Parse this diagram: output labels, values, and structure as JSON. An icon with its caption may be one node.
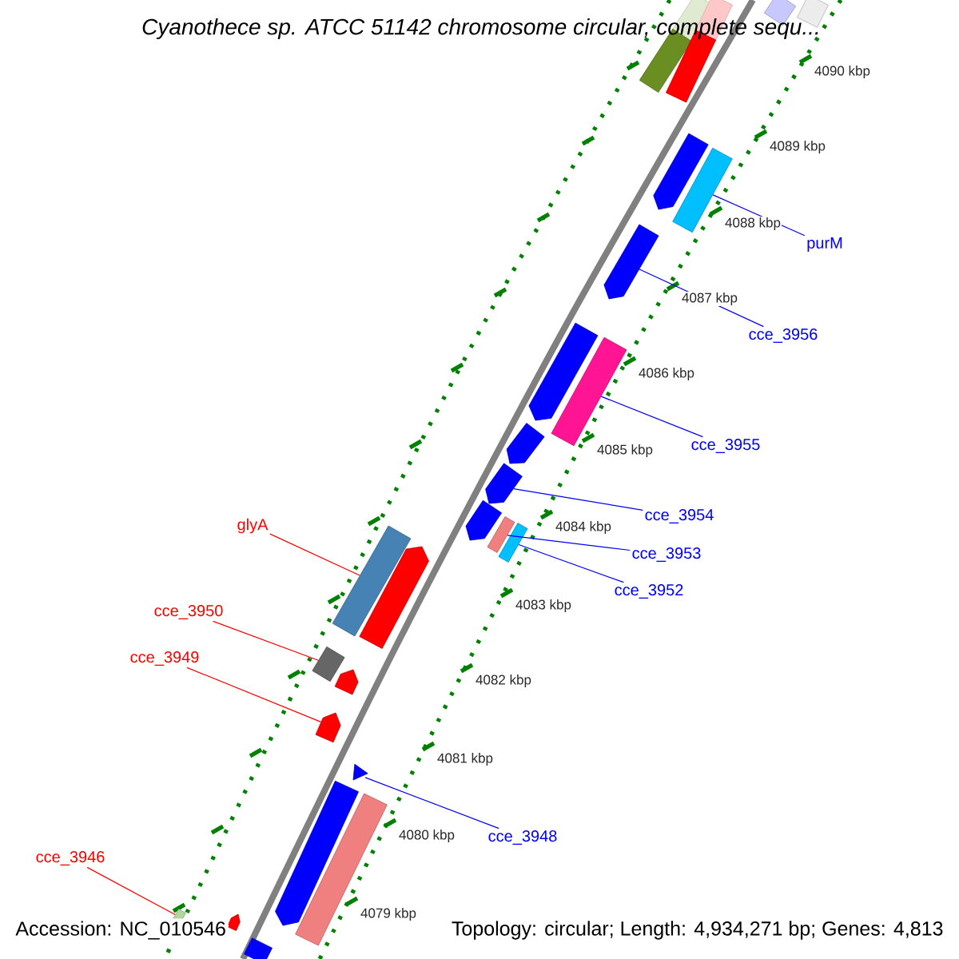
{
  "diagram": {
    "title": "Cyanothece sp. ATCC 51142 chromosome circular, complete sequ...",
    "nodes": [
      {
        "text": [
          "purM"
        ]
      },
      {
        "text": [
          "cce_3956"
        ]
      },
      {
        "text": [
          "cce_3955"
        ]
      },
      {
        "text": [
          "cce_3954"
        ]
      },
      {
        "text": [
          "glyA"
        ]
      },
      {
        "text": [
          "cce_3953"
        ]
      },
      {
        "text": [
          "cce_3952"
        ]
      },
      {
        "text": [
          "cce_3950"
        ]
      },
      {
        "text": [
          "cce_3949"
        ]
      },
      {
        "text": [
          "cce_3948"
        ]
      },
      {
        "text": [
          "cce_3946"
        ]
      },
      {
        "text": [],
        "shape": "bar"
      },
      {
        "text": [],
        "shape": "bar"
      },
      {
        "text": [],
        "shape": "bar"
      },
      {
        "text": [],
        "shape": "bar"
      },
      {
        "text": [],
        "shape": "bar"
      },
      {
        "text": [],
        "shape": "bar"
      },
      {
        "text": [],
        "shape": "bar"
      },
      {
        "text": [],
        "shape": "bar"
      },
      {
        "text": [],
        "shape": "bar"
      },
      {
        "text": [],
        "shape": "bar"
      },
      {
        "text": [],
        "shape": "bar"
      },
      {
        "text": [],
        "shape": "bar"
      },
      {
        "text": [],
        "shape": "bar"
      },
      {
        "text": [],
        "shape": "bar"
      },
      {
        "text": [],
        "shape": "bar"
      },
      {
        "text": [],
        "shape": "bar"
      },
      {
        "text": [],
        "shape": "bar"
      },
      {
        "text": [],
        "shape": "bar"
      },
      {
        "text": [],
        "shape": "bar"
      },
      {
        "text": [],
        "shape": "bar"
      },
      {
        "text": [],
        "shape": "bar"
      },
      {
        "text": [],
        "shape": "bar"
      },
      {
        "text": [],
        "shape": "bar"
      },
      {
        "text": [],
        "shape": "bar"
      },
      {
        "text": [],
        "shape": "bar"
      }
    ],
    "edges": [
      {
        "from": 0,
        "to": 16,
        "arrow": "none"
      },
      {
        "from": 1,
        "to": 17,
        "arrow": "none"
      },
      {
        "from": 2,
        "to": 19,
        "arrow": "none"
      },
      {
        "from": 3,
        "to": 21,
        "arrow": "none"
      },
      {
        "from": 4,
        "to": 25,
        "arrow": "none",
        "color": "#ff0000"
      },
      {
        "from": 5,
        "to": 23,
        "arrow": "none"
      },
      {
        "from": 6,
        "to": 24,
        "arrow": "none"
      },
      {
        "from": 7,
        "to": 27,
        "arrow": "none",
        "color": "#ff0000"
      },
      {
        "from": 8,
        "to": 29,
        "arrow": "none",
        "color": "#ff0000"
      },
      {
        "from": 9,
        "to": 30,
        "arrow": "none"
      },
      {
        "from": 10,
        "to": 33,
        "arrow": "none",
        "color": "#ff0000"
      }
    ],
    "labels": [
      "4090 kbp",
      "4089 kbp",
      "4088 kbp",
      "4087 kbp",
      "4086 kbp",
      "4085 kbp",
      "4084 kbp",
      "4083 kbp",
      "4082 kbp",
      "4081 kbp",
      "4080 kbp",
      "4079 kbp",
      "Accession: NC_010546",
      "Topology: circular; Length: 4,934,271 bp; Genes: 4,813"
    ]
  }
}
